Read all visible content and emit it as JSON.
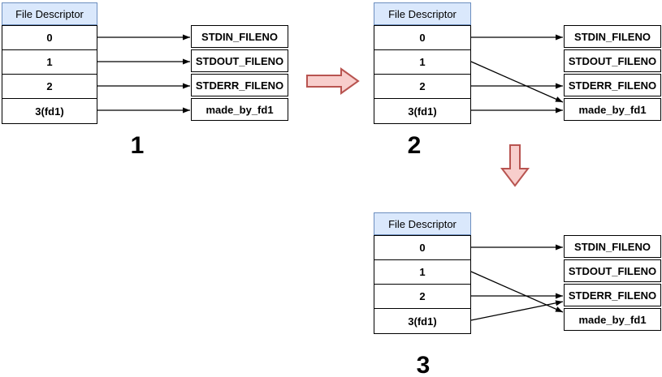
{
  "diagram": {
    "panels": [
      {
        "label": "1",
        "header": "File Descriptor",
        "rows": [
          "0",
          "1",
          "2",
          "3(fd1)"
        ],
        "boxes": [
          "STDIN_FILENO",
          "STDOUT_FILENO",
          "STDERR_FILENO",
          "made_by_fd1"
        ],
        "arrows": [
          {
            "from": 0,
            "to": 0,
            "anchor": "mid"
          },
          {
            "from": 1,
            "to": 1,
            "anchor": "mid"
          },
          {
            "from": 2,
            "to": 2,
            "anchor": "mid"
          },
          {
            "from": 3,
            "to": 3,
            "anchor": "mid"
          }
        ]
      },
      {
        "label": "2",
        "header": "File Descriptor",
        "rows": [
          "0",
          "1",
          "2",
          "3(fd1)"
        ],
        "boxes": [
          "STDIN_FILENO",
          "STDOUT_FILENO",
          "STDERR_FILENO",
          "made_by_fd1"
        ],
        "arrows": [
          {
            "from": 0,
            "to": 0,
            "anchor": "mid"
          },
          {
            "from": 1,
            "to": 3,
            "anchor": "top"
          },
          {
            "from": 2,
            "to": 2,
            "anchor": "mid"
          },
          {
            "from": 3,
            "to": 3,
            "anchor": "mid"
          }
        ]
      },
      {
        "label": "3",
        "header": "File Descriptor",
        "rows": [
          "0",
          "1",
          "2",
          "3(fd1)"
        ],
        "boxes": [
          "STDIN_FILENO",
          "STDOUT_FILENO",
          "STDERR_FILENO",
          "made_by_fd1"
        ],
        "arrows": [
          {
            "from": 0,
            "to": 0,
            "anchor": "mid"
          },
          {
            "from": 1,
            "to": 3,
            "anchor": "top"
          },
          {
            "from": 2,
            "to": 2,
            "anchor": "mid"
          },
          {
            "from": 3,
            "to": 2,
            "anchor": "low"
          }
        ]
      }
    ],
    "colors": {
      "header_fill": "#dae8fc",
      "header_stroke": "#6c8ebf",
      "arrow_fill": "#f8cecc",
      "arrow_stroke": "#b85450",
      "line": "#000000"
    }
  }
}
